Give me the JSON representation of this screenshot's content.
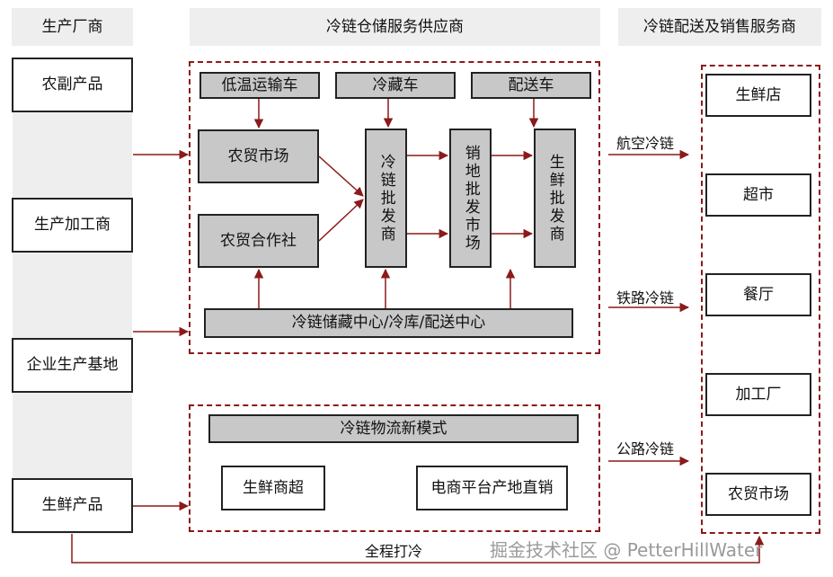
{
  "headers": {
    "producers": "生产厂商",
    "warehouse": "冷链仓储服务供应商",
    "delivery": "冷链配送及销售服务商"
  },
  "producers": [
    "农副产品",
    "生产加工商",
    "企业生产基地",
    "生鲜产品"
  ],
  "vehicles": [
    "低温运输车",
    "冷藏车",
    "配送车"
  ],
  "markets": [
    "农贸市场",
    "农贸合作社"
  ],
  "wholesalers": [
    "冷链批发商",
    "销地批发市场",
    "生鲜批发商"
  ],
  "storage_center": "冷链储藏中心/冷库/配送中心",
  "new_model": {
    "title": "冷链物流新模式",
    "items": [
      "生鲜商超",
      "电商平台产地直销"
    ]
  },
  "transport": [
    "航空冷链",
    "铁路冷链",
    "公路冷链"
  ],
  "outlets": [
    "生鲜店",
    "超市",
    "餐厅",
    "加工厂",
    "农贸市场"
  ],
  "full_cold": "全程打冷",
  "watermark": "掘金技术社区 @ PetterHillWater",
  "colors": {
    "arrow": "#8b1a1a",
    "grey_box": "#c8c8c8",
    "header": "#eeeeee"
  }
}
